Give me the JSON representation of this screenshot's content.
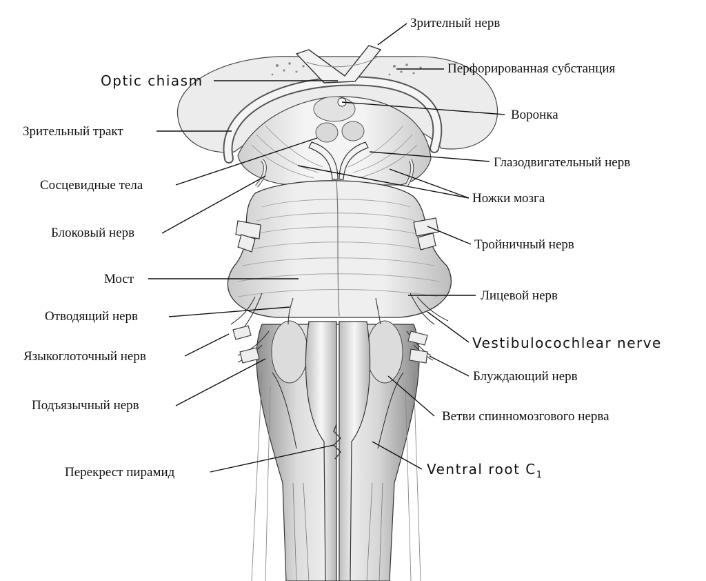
{
  "labels": {
    "optic_nerve": "Зрителный нерв",
    "perforated_substance": "Перфорированная субстанция",
    "optic_chiasm": "Optic chiasm",
    "infundibulum": "Воронка",
    "optic_tract": "Зрительный тракт",
    "oculomotor_nerve": "Глазодвигательный нерв",
    "mammillary_bodies": "Сосцевидные тела",
    "cerebral_peduncles": "Ножки   мозга",
    "trochlear_nerve": "Блоковый нерв",
    "trigeminal_nerve": "Тройничный нерв",
    "pons": "Мост",
    "facial_nerve": "Лицевой нерв",
    "abducens_nerve": "Отводящий нерв",
    "vestibulocochlear_nerve": "Vestibulocochlear nerve",
    "glossopharyngeal_nerve": "Языкоглоточный нерв",
    "vagus_nerve": "Блуждающий нерв",
    "hypoglossal_nerve": "Подъязычный нерв",
    "spinal_accessory_branches": "Ветви спинномозгового нерва",
    "pyramidal_decussation": "Перекрест пирамид",
    "ventral_root_c1": "Ventral root C",
    "ventral_root_c1_sub": "1"
  },
  "colors": {
    "ink": "#111111",
    "shade_light": "#f2f2f2",
    "shade_mid": "#d8d8d8",
    "shade_dark": "#9a9a9a"
  }
}
